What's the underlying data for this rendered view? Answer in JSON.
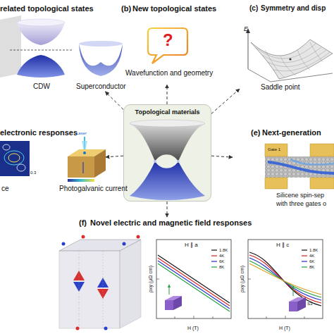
{
  "diagram": {
    "nodes": [
      {
        "text": [
          "related topological states"
        ]
      },
      {
        "text": [
          "(b)",
          "New topological states"
        ]
      },
      {
        "text": [
          "(c)",
          "Symmetry and disp"
        ]
      },
      {
        "text": [
          "electronic responses"
        ]
      },
      {
        "text": [
          "Topological materials"
        ]
      },
      {
        "text": [
          "(e)",
          "Next-generation"
        ]
      },
      {
        "text": [
          "(f)",
          "Novel electric and magnetic field responses"
        ]
      }
    ],
    "edges": [
      {
        "from": 4,
        "to": 0,
        "arrow": "to"
      },
      {
        "from": 4,
        "to": 1,
        "arrow": "to"
      },
      {
        "from": 4,
        "to": 2,
        "arrow": "to"
      },
      {
        "from": 4,
        "to": 3,
        "arrow": "to"
      },
      {
        "from": 4,
        "to": 5,
        "arrow": "to"
      },
      {
        "from": 4,
        "to": 6,
        "arrow": "to"
      }
    ],
    "labels": [
      "CDW",
      "Superconductor",
      "?",
      "Wavefunction and geometry",
      "E",
      "Saddle point",
      "Laser",
      "0.3",
      "ce",
      "Photogalvanic current",
      "Gate 1",
      "Silicene spin-sep",
      "with three gates o",
      "H ∥ a",
      "H ∥ c",
      "ρxy (μΩ cm)",
      "H (T)",
      "ρxy (μΩ cm)",
      "H (T)",
      "S3"
    ],
    "legend": [
      {
        "text": "1.8K"
      },
      {
        "text": "4K"
      },
      {
        "text": "6K"
      },
      {
        "text": "8K"
      },
      {
        "text": "1.8K"
      },
      {
        "text": "4K"
      },
      {
        "text": "6K"
      },
      {
        "text": "8K"
      }
    ]
  }
}
